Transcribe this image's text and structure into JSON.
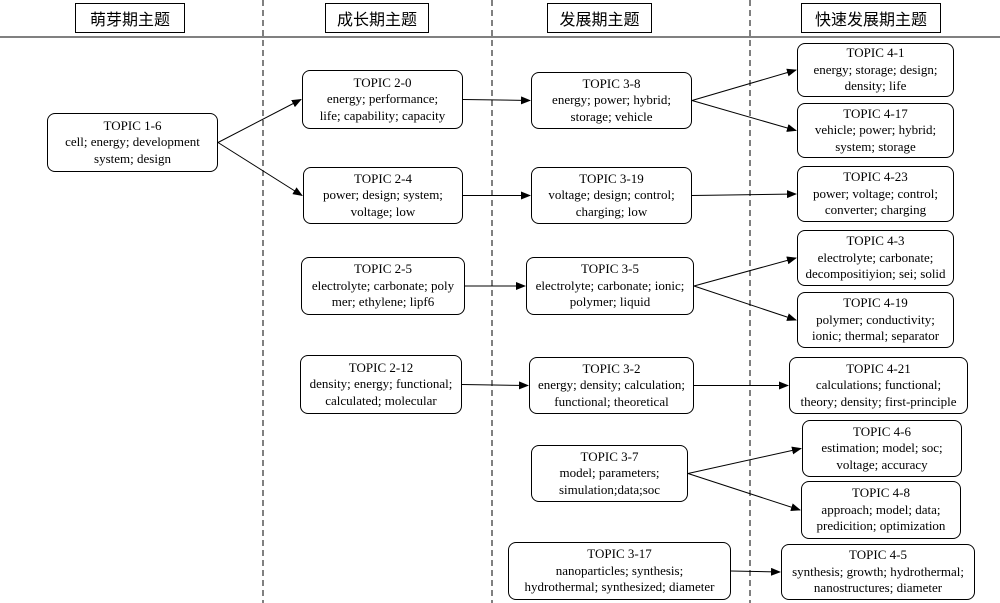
{
  "phases": [
    {
      "id": "p1",
      "label": "萌芽期主题"
    },
    {
      "id": "p2",
      "label": "成长期主题"
    },
    {
      "id": "p3",
      "label": "发展期主题"
    },
    {
      "id": "p4",
      "label": "快速发展期主题"
    }
  ],
  "topics": {
    "t1_6": {
      "title": "TOPIC 1-6",
      "keywords": "cell; energy; development\nsystem; design"
    },
    "t2_0": {
      "title": "TOPIC 2-0",
      "keywords": "energy; performance;\nlife; capability; capacity"
    },
    "t2_4": {
      "title": "TOPIC 2-4",
      "keywords": "power; design; system;\nvoltage; low"
    },
    "t2_5": {
      "title": "TOPIC 2-5",
      "keywords": "electrolyte; carbonate; poly\nmer; ethylene; lipf6"
    },
    "t2_12": {
      "title": "TOPIC 2-12",
      "keywords": "density; energy; functional;\ncalculated; molecular"
    },
    "t3_8": {
      "title": "TOPIC 3-8",
      "keywords": "energy; power; hybrid;\nstorage; vehicle"
    },
    "t3_19": {
      "title": "TOPIC 3-19",
      "keywords": "voltage; design; control;\ncharging; low"
    },
    "t3_5": {
      "title": "TOPIC 3-5",
      "keywords": "electrolyte; carbonate; ionic;\npolymer; liquid"
    },
    "t3_2": {
      "title": "TOPIC 3-2",
      "keywords": "energy; density; calculation;\nfunctional; theoretical"
    },
    "t3_7": {
      "title": "TOPIC 3-7",
      "keywords": "model; parameters;\nsimulation;data;soc"
    },
    "t3_17": {
      "title": "TOPIC 3-17",
      "keywords": "nanoparticles; synthesis;\nhydrothermal; synthesized; diameter"
    },
    "t4_1": {
      "title": "TOPIC 4-1",
      "keywords": "energy; storage; design;\ndensity; life"
    },
    "t4_17": {
      "title": "TOPIC 4-17",
      "keywords": "vehicle; power; hybrid;\nsystem; storage"
    },
    "t4_23": {
      "title": "TOPIC 4-23",
      "keywords": "power; voltage; control;\nconverter; charging"
    },
    "t4_3": {
      "title": "TOPIC 4-3",
      "keywords": "electrolyte; carbonate;\ndecompositiyion; sei; solid"
    },
    "t4_19": {
      "title": "TOPIC 4-19",
      "keywords": "polymer; conductivity;\nionic; thermal; separator"
    },
    "t4_21": {
      "title": "TOPIC 4-21",
      "keywords": "calculations; functional;\ntheory; density; first-principle"
    },
    "t4_6": {
      "title": "TOPIC 4-6",
      "keywords": "estimation; model; soc;\nvoltage; accuracy"
    },
    "t4_8": {
      "title": "TOPIC 4-8",
      "keywords": "approach; model; data;\npredicition; optimization"
    },
    "t4_5": {
      "title": "TOPIC 4-5",
      "keywords": "synthesis; growth; hydrothermal;\nnanostructures; diameter"
    }
  },
  "edges": [
    [
      "t1_6",
      "t2_0"
    ],
    [
      "t1_6",
      "t2_4"
    ],
    [
      "t2_0",
      "t3_8"
    ],
    [
      "t2_4",
      "t3_19"
    ],
    [
      "t2_5",
      "t3_5"
    ],
    [
      "t2_12",
      "t3_2"
    ],
    [
      "t3_8",
      "t4_1"
    ],
    [
      "t3_8",
      "t4_17"
    ],
    [
      "t3_19",
      "t4_23"
    ],
    [
      "t3_5",
      "t4_3"
    ],
    [
      "t3_5",
      "t4_19"
    ],
    [
      "t3_2",
      "t4_21"
    ],
    [
      "t3_7",
      "t4_6"
    ],
    [
      "t3_7",
      "t4_8"
    ],
    [
      "t3_17",
      "t4_5"
    ]
  ]
}
